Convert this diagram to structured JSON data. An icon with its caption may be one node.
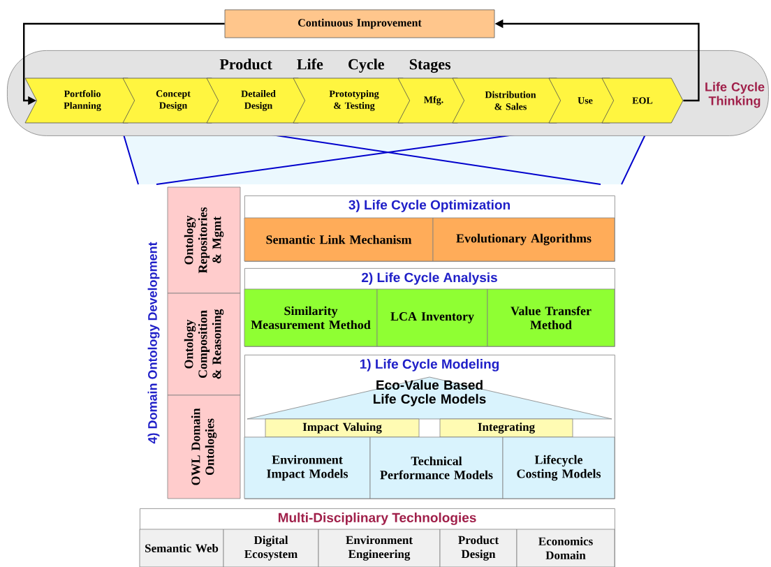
{
  "diagram": {
    "nodes": [
      {
        "text": [
          "Continuous Improvement"
        ]
      },
      {
        "text": [
          "Product Life Cycle Stages",
          "Life Cycle Thinking"
        ]
      },
      {
        "text": [
          "Portfolio Planning"
        ],
        "in": 1
      },
      {
        "text": [
          "Concept Design"
        ],
        "in": 1
      },
      {
        "text": [
          "Detailed Design"
        ],
        "in": 1
      },
      {
        "text": [
          "Prototyping & Testing"
        ],
        "in": 1
      },
      {
        "text": [
          "Mfg."
        ],
        "in": 1
      },
      {
        "text": [
          "Distribution & Sales"
        ],
        "in": 1
      },
      {
        "text": [
          "Use"
        ],
        "in": 1
      },
      {
        "text": [
          "EOL"
        ],
        "in": 1
      },
      {
        "text": [
          "4) Domain Ontology Development"
        ]
      },
      {
        "text": [
          "Ontology Repositories & Mgmt"
        ]
      },
      {
        "text": [
          "Ontology Composition & Reasoning"
        ]
      },
      {
        "text": [
          "OWL Domain Ontologies"
        ]
      },
      {
        "text": [
          "3) Life Cycle Optimization"
        ]
      },
      {
        "text": [
          "Semantic Link Mechanism"
        ],
        "in": 14
      },
      {
        "text": [
          "Evolutionary Algorithms"
        ],
        "in": 14
      },
      {
        "text": [
          "2) Life Cycle Analysis"
        ]
      },
      {
        "text": [
          "Similarity Measurement Method"
        ],
        "in": 17
      },
      {
        "text": [
          "LCA Inventory"
        ],
        "in": 17
      },
      {
        "text": [
          "Value Transfer Method"
        ],
        "in": 17
      },
      {
        "text": [
          "1) Life Cycle Modeling"
        ]
      },
      {
        "text": [
          "Eco-Value Based Life Cycle Models"
        ],
        "in": 21
      },
      {
        "text": [
          "Impact Valuing"
        ],
        "in": 21
      },
      {
        "text": [
          "Integrating"
        ],
        "in": 21
      },
      {
        "text": [
          "Environment Impact Models"
        ],
        "in": 21
      },
      {
        "text": [
          "Technical Performance Models"
        ],
        "in": 21
      },
      {
        "text": [
          "Lifecycle Costing Models"
        ],
        "in": 21
      },
      {
        "text": [
          "Multi-Disciplinary Technologies"
        ]
      },
      {
        "text": [
          "Semantic Web"
        ],
        "in": 28
      },
      {
        "text": [
          "Digital Ecosystem"
        ],
        "in": 28
      },
      {
        "text": [
          "Environment Engineering"
        ],
        "in": 28
      },
      {
        "text": [
          "Product Design"
        ],
        "in": 28
      },
      {
        "text": [
          "Economics Domain"
        ],
        "in": 28
      }
    ],
    "edges": [
      {
        "from": 9,
        "to": 0,
        "arrow": "to"
      },
      {
        "from": 0,
        "to": 2,
        "arrow": "to"
      }
    ]
  }
}
